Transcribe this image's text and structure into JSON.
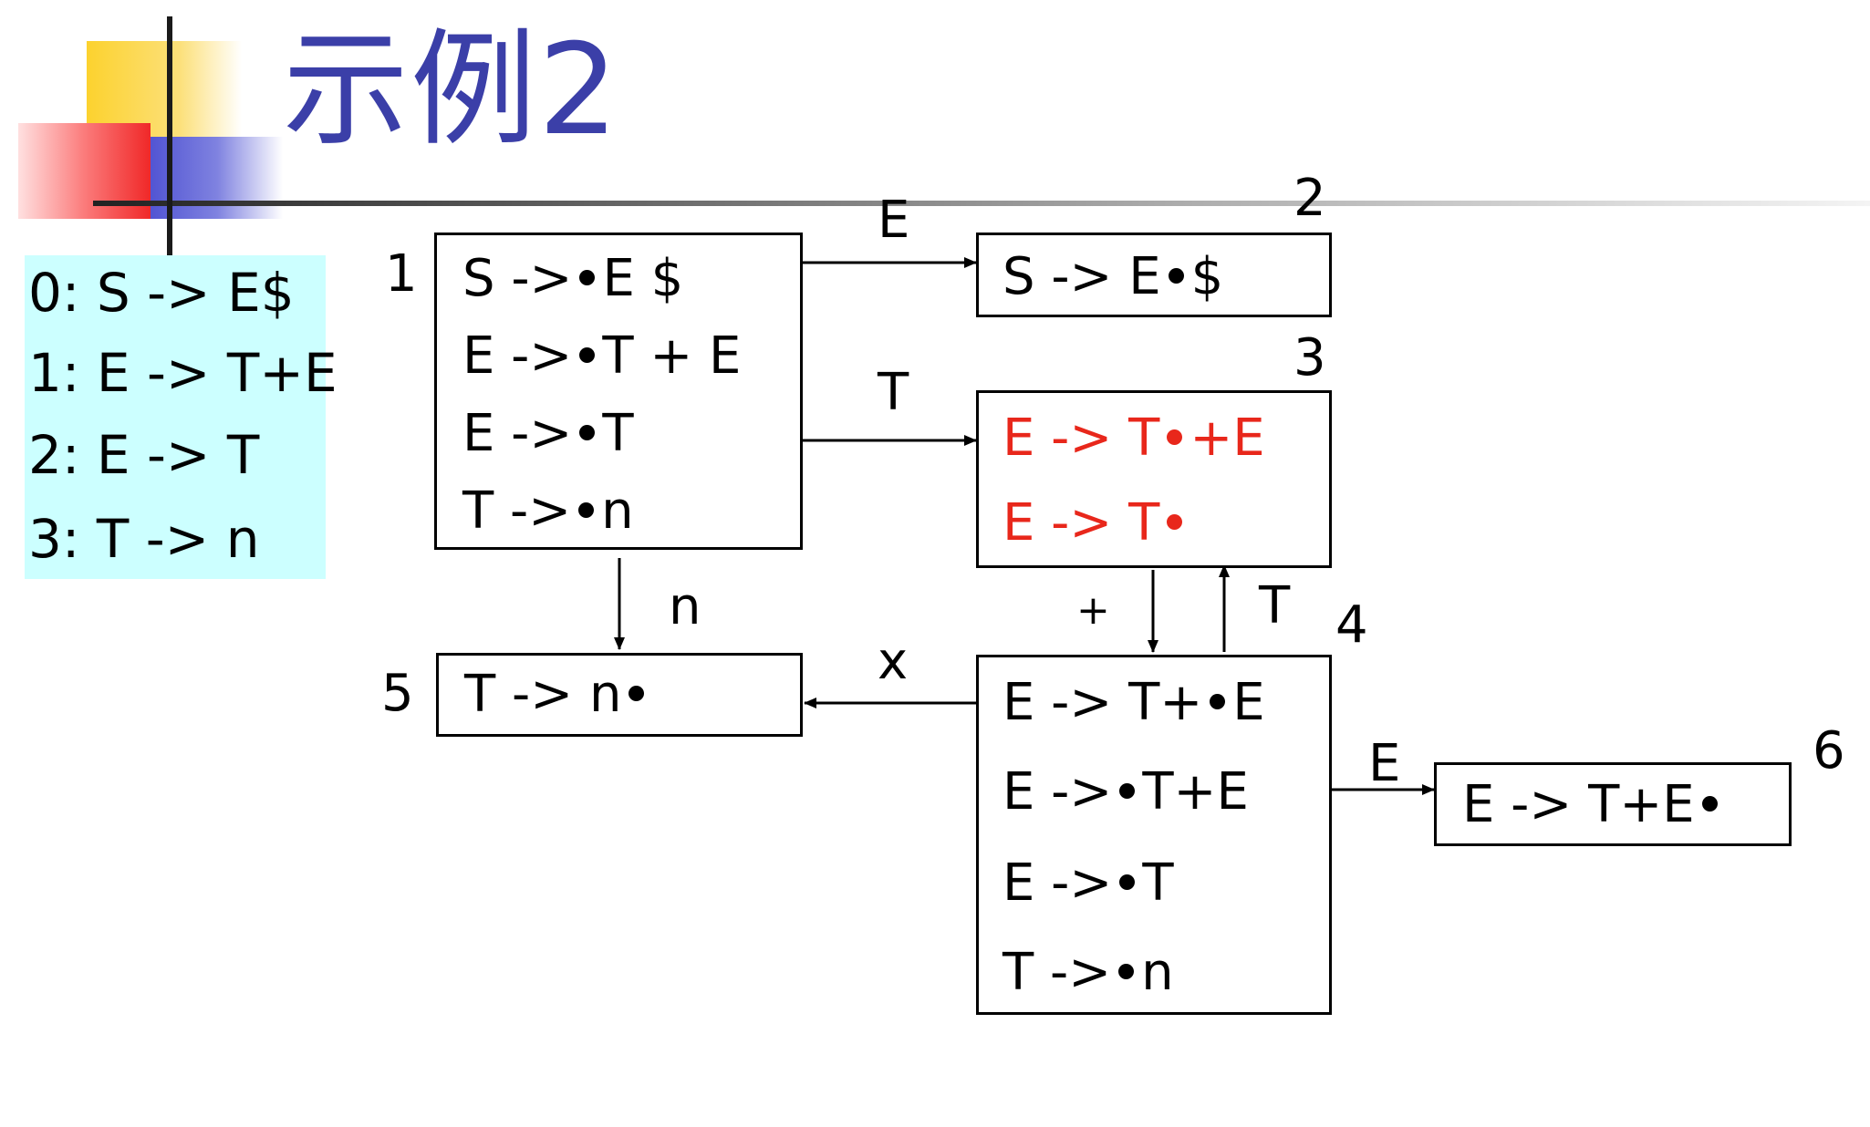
{
  "title": "示例2",
  "grammar": [
    "0: S -> E$",
    "1: E -> T+E",
    "2: E -> T",
    "3: T -> n"
  ],
  "states": {
    "s1": {
      "number": "1",
      "items": [
        {
          "pre": "S ->",
          "post": "E $"
        },
        {
          "pre": "E ->",
          "post": "T + E"
        },
        {
          "pre": "E ->",
          "post": "T"
        },
        {
          "pre": "T ->",
          "post": "n"
        }
      ]
    },
    "s2": {
      "number": "2",
      "items": [
        {
          "pre": "S -> E",
          "post": "$"
        }
      ]
    },
    "s3": {
      "number": "3",
      "items": [
        {
          "pre": "E -> T",
          "post": "+E"
        },
        {
          "pre": "E -> T",
          "post": ""
        }
      ]
    },
    "s4": {
      "number": "4",
      "items": [
        {
          "pre": "E -> T+",
          "post": "E"
        },
        {
          "pre": "E ->",
          "post": "T+E"
        },
        {
          "pre": "E ->",
          "post": "T"
        },
        {
          "pre": "T ->",
          "post": "n"
        }
      ]
    },
    "s5": {
      "number": "5",
      "items": [
        {
          "pre": "T -> n",
          "post": ""
        }
      ]
    },
    "s6": {
      "number": "6",
      "items": [
        {
          "pre": "E -> T+E",
          "post": ""
        }
      ]
    }
  },
  "edges": {
    "e_1_2": "E",
    "e_1_3": "T",
    "e_1_5": "n",
    "e_3_4": "+",
    "e_4_3": "T",
    "e_4_5": "x",
    "e_4_6": "E"
  },
  "colors": {
    "title": "#3b3fa8",
    "grammar_bg": "#ccffff",
    "highlight": "#e8271b"
  }
}
